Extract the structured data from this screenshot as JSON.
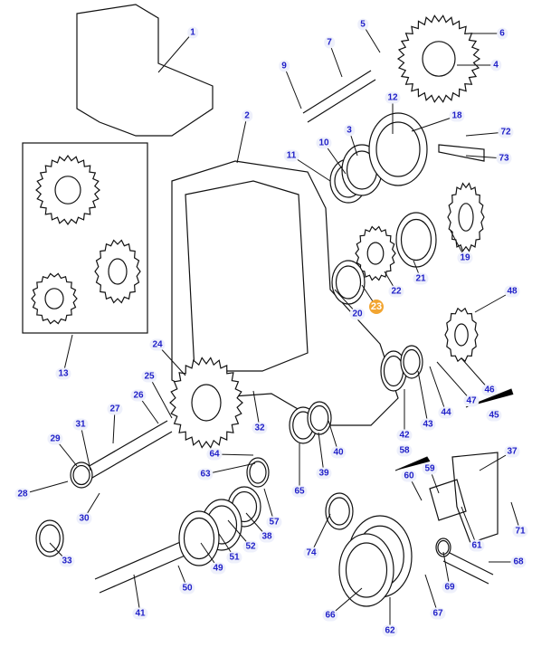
{
  "diagram": {
    "type": "exploded parts diagram",
    "callouts": [
      {
        "num": "1"
      },
      {
        "num": "2"
      },
      {
        "num": "3"
      },
      {
        "num": "4"
      },
      {
        "num": "5"
      },
      {
        "num": "6"
      },
      {
        "num": "7"
      },
      {
        "num": "9"
      },
      {
        "num": "10"
      },
      {
        "num": "11"
      },
      {
        "num": "12"
      },
      {
        "num": "13"
      },
      {
        "num": "18"
      },
      {
        "num": "19"
      },
      {
        "num": "20"
      },
      {
        "num": "21"
      },
      {
        "num": "22"
      },
      {
        "num": "23",
        "highlighted": true
      },
      {
        "num": "24"
      },
      {
        "num": "25"
      },
      {
        "num": "26"
      },
      {
        "num": "27"
      },
      {
        "num": "28"
      },
      {
        "num": "29"
      },
      {
        "num": "30"
      },
      {
        "num": "31"
      },
      {
        "num": "32"
      },
      {
        "num": "33"
      },
      {
        "num": "37"
      },
      {
        "num": "38"
      },
      {
        "num": "39"
      },
      {
        "num": "40"
      },
      {
        "num": "41"
      },
      {
        "num": "42"
      },
      {
        "num": "43"
      },
      {
        "num": "44"
      },
      {
        "num": "45"
      },
      {
        "num": "46"
      },
      {
        "num": "47"
      },
      {
        "num": "48"
      },
      {
        "num": "49"
      },
      {
        "num": "50"
      },
      {
        "num": "51"
      },
      {
        "num": "52"
      },
      {
        "num": "57"
      },
      {
        "num": "58"
      },
      {
        "num": "59"
      },
      {
        "num": "60"
      },
      {
        "num": "61"
      },
      {
        "num": "62"
      },
      {
        "num": "63"
      },
      {
        "num": "64"
      },
      {
        "num": "65"
      },
      {
        "num": "66"
      },
      {
        "num": "67"
      },
      {
        "num": "68"
      },
      {
        "num": "69"
      },
      {
        "num": "71"
      },
      {
        "num": "72"
      },
      {
        "num": "73"
      },
      {
        "num": "74"
      }
    ],
    "colors": {
      "label_text": "#2020c8",
      "label_bg": "#eef0fb",
      "highlight": "#f2a531",
      "line": "#111111"
    }
  }
}
